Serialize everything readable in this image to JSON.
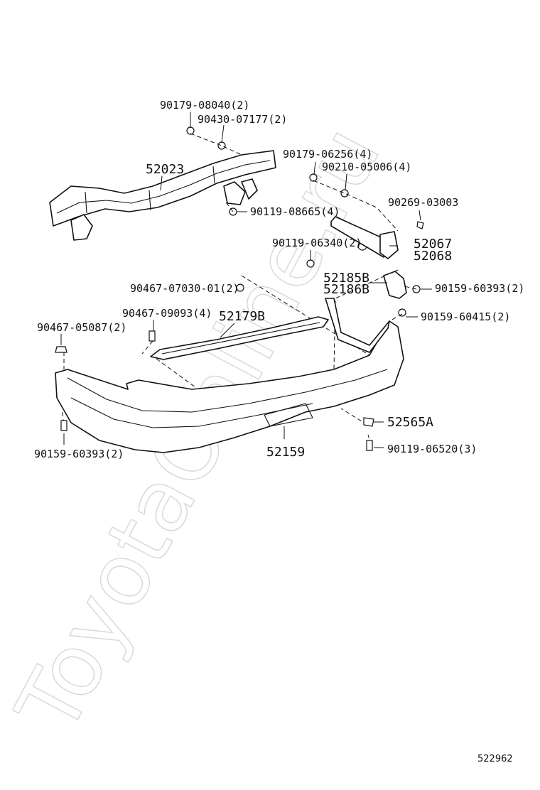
{
  "watermark": "ToyotaOnline.ru",
  "figure_number": "522962",
  "labels": {
    "p_90179_08040": "90179-08040(2)",
    "p_90430_07177": "90430-07177(2)",
    "p_52023": "52023",
    "p_90179_06256": "90179-06256(4)",
    "p_90210_05006": "90210-05006(4)",
    "p_90269_03003": "90269-03003",
    "p_90119_08665": "90119-08665(4)",
    "p_90119_06340": "90119-06340(2)",
    "p_52067": "52067",
    "p_52068": "52068",
    "p_52185b": "52185B",
    "p_52186b": "52186B",
    "p_90467_07030": "90467-07030-01(2)",
    "p_90159_60393_r": "90159-60393(2)",
    "p_90467_09093": "90467-09093(4)",
    "p_52179b": "52179B",
    "p_90159_60415": "90159-60415(2)",
    "p_90467_05087": "90467-05087(2)",
    "p_52565a": "52565A",
    "p_90159_60393_l": "90159-60393(2)",
    "p_52159": "52159",
    "p_90119_06520": "90119-06520(3)"
  }
}
